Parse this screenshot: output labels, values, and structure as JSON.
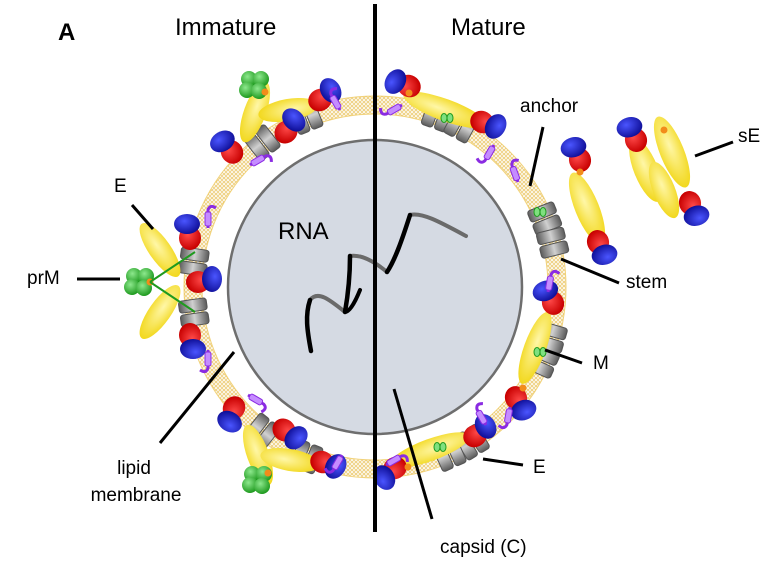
{
  "figure": {
    "panel_label": "A",
    "titles": {
      "left": "Immature",
      "right": "Mature"
    },
    "labels": {
      "rna": "RNA",
      "e_left": "E",
      "prm": "prM",
      "lipid_membrane_line1": "lipid",
      "lipid_membrane_line2": "membrane",
      "anchor": "anchor",
      "se": "sE",
      "stem": "stem",
      "m": "M",
      "e_right": "E",
      "capsid": "capsid (C)"
    },
    "colors": {
      "capsid_fill": "#d5dae3",
      "capsid_edge": "#6e6e6e",
      "membrane": "#e8c15a",
      "e_protein_body": "#f7e53a",
      "domain_red": "#e00000",
      "domain_blue": "#1a1ab8",
      "pr_green": "#2fae2f",
      "stem_purple": "#8a2be2",
      "transmembrane_gray": "#8c8c8c",
      "fusion_loop_orange": "#f28c1a",
      "divider": "#000000"
    }
  }
}
